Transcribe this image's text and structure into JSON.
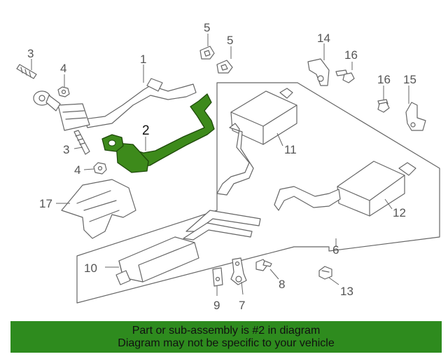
{
  "callouts": {
    "c1": "1",
    "c2": "2",
    "c3a": "3",
    "c3b": "3",
    "c4a": "4",
    "c4b": "4",
    "c5a": "5",
    "c5b": "5",
    "c6": "6",
    "c7": "7",
    "c8": "8",
    "c9": "9",
    "c10": "10",
    "c11": "11",
    "c12": "12",
    "c13": "13",
    "c14": "14",
    "c15": "15",
    "c16a": "16",
    "c16b": "16",
    "c17": "17"
  },
  "highlighted_part": "2",
  "colors": {
    "highlight": "#3d8a1b",
    "banner": "#2e8b1e",
    "lines": "#666666"
  },
  "banner": {
    "line1": "Part or sub-assembly is #2 in diagram",
    "line2": "Diagram may not be specific to your vehicle"
  }
}
